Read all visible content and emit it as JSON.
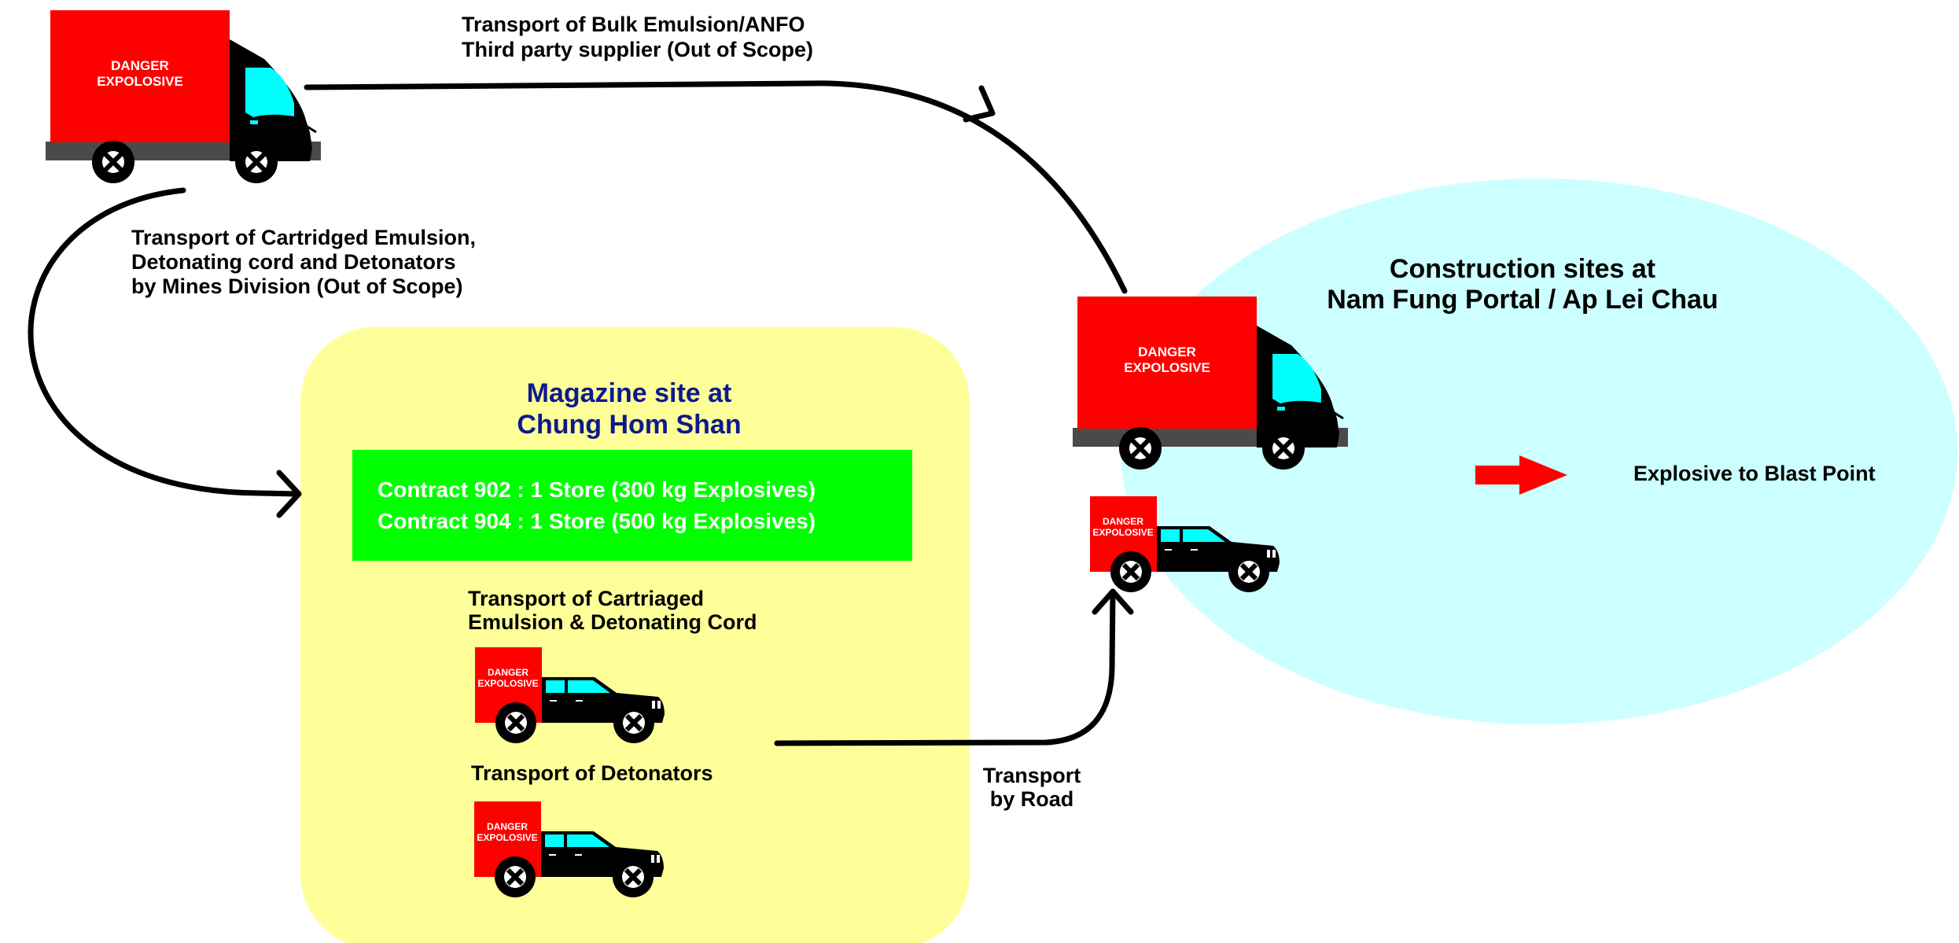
{
  "colors": {
    "truck_box": "#ff0000",
    "cab": "#000000",
    "window": "#00ffff",
    "chassis": "#4a4a4a",
    "magazine_bg": "#ffff99",
    "contract_bg": "#00ff00",
    "construction_bg": "#ccffff",
    "magazine_title": "#0d1a8c",
    "arrow_line": "#000000",
    "blast_arrow": "#ff0000"
  },
  "labels": {
    "bulk_transport": [
      "Transport of Bulk Emulsion/ANFO",
      "Third party supplier (Out of Scope)"
    ],
    "cartridged_transport": [
      "Transport of Cartridged Emulsion,",
      "Detonating cord and Detonators",
      "by Mines Division (Out of Scope)"
    ],
    "road_transport": [
      "Transport",
      "by Road"
    ]
  },
  "magazine": {
    "title": [
      "Magazine site at",
      "Chung Hom Shan"
    ],
    "contracts": [
      "Contract 902 : 1 Store (300 kg Explosives)",
      "Contract 904 : 1 Store (500 kg Explosives)"
    ],
    "cartridge_transport": [
      "Transport of Cartriaged",
      "Emulsion & Detonating Cord"
    ],
    "detonator_transport": "Transport of Detonators"
  },
  "construction": {
    "title": [
      "Construction sites at",
      "Nam Fung Portal / Ap Lei Chau"
    ],
    "blast_label": "Explosive to Blast Point"
  },
  "vehicle_sign": [
    "DANGER",
    "EXPOLOSIVE"
  ]
}
